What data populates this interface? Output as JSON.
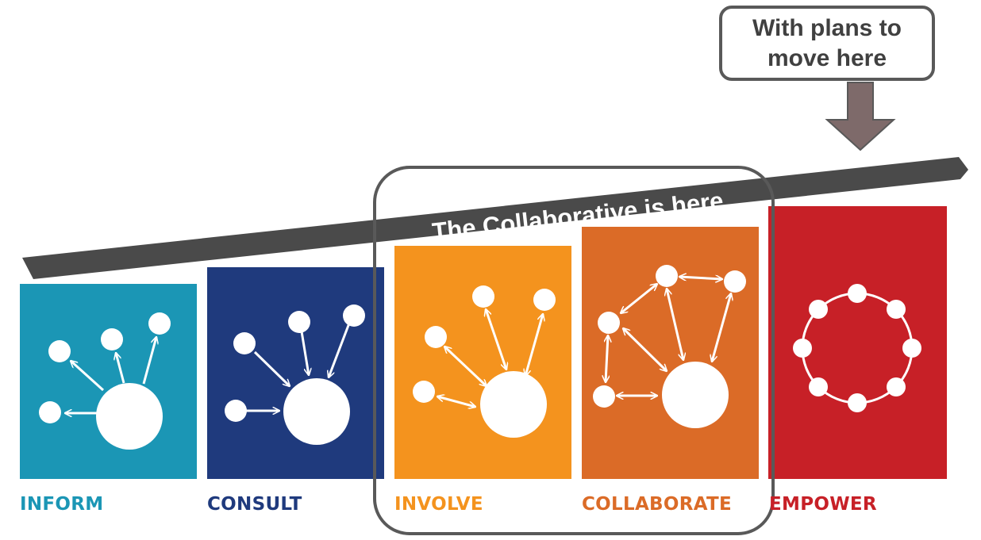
{
  "callout": {
    "text": "With plans to move here"
  },
  "banner": {
    "text": "The Collaborative is here"
  },
  "stages": [
    {
      "label": "INFORM",
      "color": "#1b96b5"
    },
    {
      "label": "CONSULT",
      "color": "#1f3a7d"
    },
    {
      "label": "INVOLVE",
      "color": "#f4931e"
    },
    {
      "label": "COLLABORATE",
      "color": "#db6b27"
    },
    {
      "label": "EMPOWER",
      "color": "#c72027"
    }
  ],
  "icons": {
    "banner_arrow": "ribbon-arrow-icon",
    "pointer": "down-arrow-icon",
    "inform": "broadcast-arrows-icon",
    "consult": "inbound-arrows-icon",
    "involve": "two-way-arrows-icon",
    "collaborate": "network-icon",
    "empower": "circle-of-peers-icon"
  },
  "colors": {
    "ribbon": "#4a4a4a",
    "outline": "#595959",
    "pointer_fill": "#7e6a6a"
  }
}
